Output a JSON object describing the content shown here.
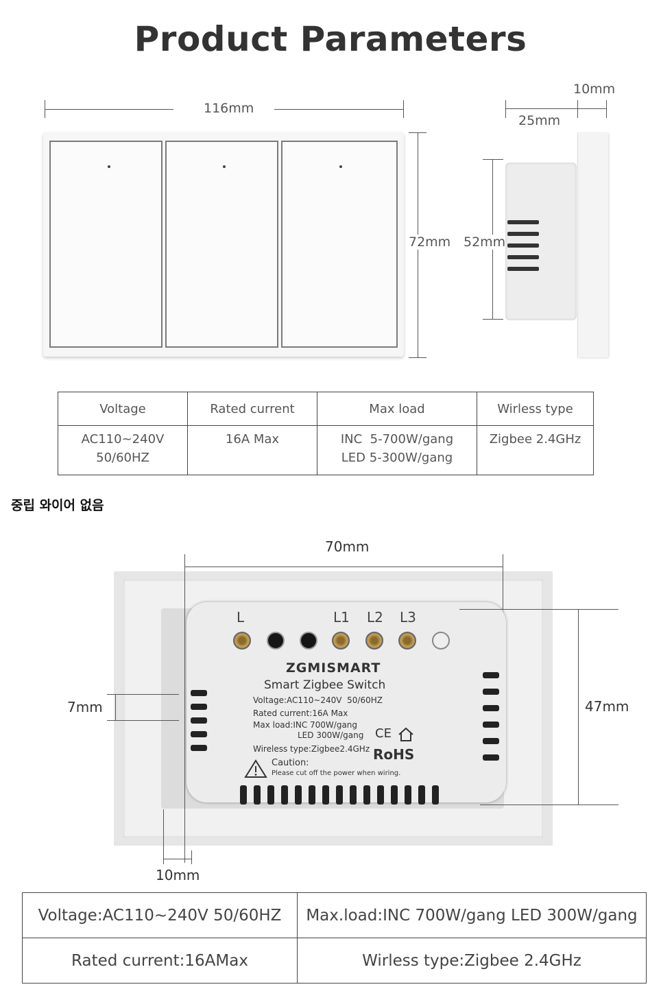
{
  "title": "Product Parameters",
  "dimensions": {
    "width_front": "116mm",
    "height_front": "72mm",
    "height_side": "52mm",
    "depth_body": "25mm",
    "depth_plate": "10mm",
    "back_width": "70mm",
    "back_height": "47mm",
    "back_gap": "7mm",
    "back_offset": "10mm"
  },
  "spec_table": {
    "headers": [
      "Voltage",
      "Rated current",
      "Max load",
      "Wirless type"
    ],
    "rows": [
      {
        "voltage_1": "AC110~240V",
        "voltage_2": "50/60HZ",
        "current": "16A Max",
        "load_1": "INC  5-700W/gang",
        "load_2": "LED 5-300W/gang",
        "wireless": "Zigbee 2.4GHz"
      }
    ]
  },
  "note": "중립 와이어 없음",
  "module": {
    "terminals": [
      "L",
      "L1",
      "L2",
      "L3"
    ],
    "brand": "ZGMISMART",
    "name": "Smart Zigbee Switch",
    "voltage": "Voltage:AC110~240V  50/60HZ",
    "current": "Rated current:16A Max",
    "load_1": "Max load:INC 700W/gang",
    "load_2": "LED 300W/gang",
    "wireless": "Wireless type:Zigbee2.4GHz",
    "ce": "CE",
    "rohs": "RoHS",
    "caution": "Caution:",
    "caution_text": "Please cut off the power when wiring."
  },
  "summary_table": {
    "row1": [
      "Voltage:AC110~240V 50/60HZ",
      "Max.load:INC 700W/gang LED 300W/gang"
    ],
    "row2": [
      "Rated current:16AMax",
      "Wirless type:Zigbee 2.4GHz"
    ]
  }
}
